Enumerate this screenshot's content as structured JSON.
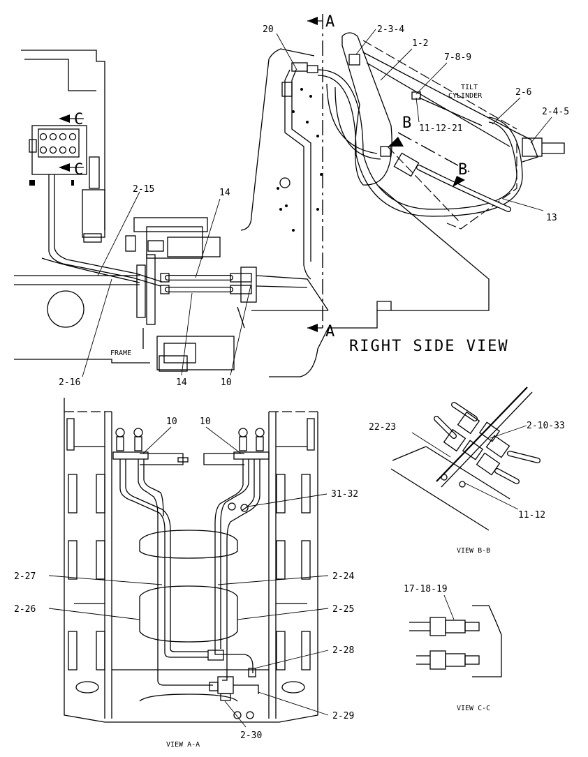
{
  "views": {
    "right_side": {
      "title": "RIGHT SIDE VIEW",
      "section_a_top": "A",
      "section_a_bottom": "A",
      "section_b_left": "B",
      "section_b_right": "B",
      "section_c_top": "C",
      "section_c_bottom": "C",
      "frame_label": "FRAME",
      "tilt_cylinder_line1": "TILT",
      "tilt_cylinder_line2": "CYLINDER",
      "callouts": [
        "20",
        "2-3-4",
        "1-2",
        "7-8-9",
        "2-6",
        "2-4-5",
        "11-12-21",
        "13",
        "2-15",
        "14",
        "14",
        "2-16",
        "10"
      ]
    },
    "view_aa": {
      "title": "VIEW A-A",
      "callouts": [
        "10",
        "10",
        "31-32",
        "2-27",
        "2-24",
        "2-26",
        "2-25",
        "2-28",
        "2-29",
        "2-30"
      ]
    },
    "view_bb": {
      "title": "VIEW B-B",
      "callouts": [
        "22-23",
        "2-10-33",
        "11-12"
      ]
    },
    "view_cc": {
      "title": "VIEW C-C",
      "callouts": [
        "17-18-19"
      ]
    }
  }
}
